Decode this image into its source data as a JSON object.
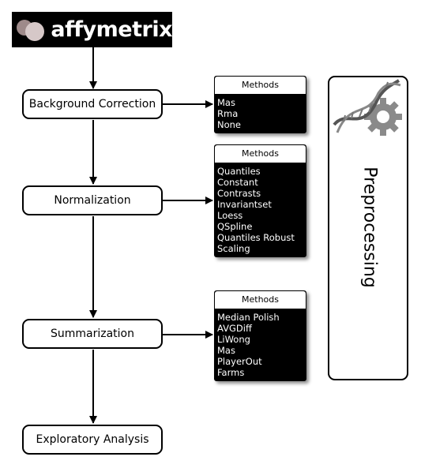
{
  "logo": {
    "text": "affymetrix"
  },
  "pipeline": {
    "steps": [
      {
        "label": "Background Correction"
      },
      {
        "label": "Normalization"
      },
      {
        "label": "Summarization"
      },
      {
        "label": "Exploratory Analysis"
      }
    ]
  },
  "methods_boxes": [
    {
      "header": "Methods",
      "items": [
        "Mas",
        "Rma",
        "None"
      ]
    },
    {
      "header": "Methods",
      "items": [
        "Quantiles",
        "Constant",
        "Contrasts",
        "Invariantset",
        "Loess",
        "QSpline",
        "Quantiles Robust",
        "Scaling"
      ]
    },
    {
      "header": "Methods",
      "items": [
        "Median Polish",
        "AVGDiff",
        "LiWong",
        "Mas",
        "PlayerOut",
        "Farms"
      ]
    }
  ],
  "preprocessing": {
    "label": "Preprocessing",
    "icon": "dna-gear-icon"
  },
  "colors": {
    "line": "#000000",
    "box_fill": "#000000",
    "box_text": "#ffffff",
    "icon_gray": "#8a8a8a"
  }
}
